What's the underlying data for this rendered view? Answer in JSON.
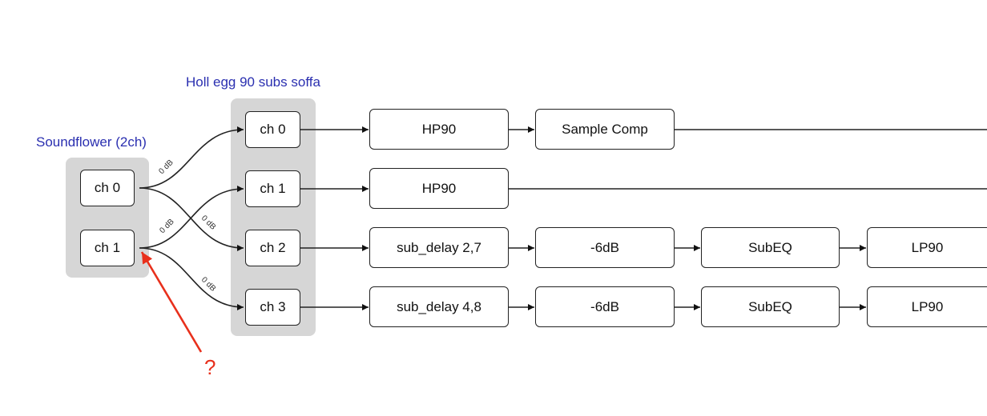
{
  "groups": {
    "soundflower": {
      "title": "Soundflower (2ch)",
      "channels": [
        "ch 0",
        "ch 1"
      ]
    },
    "holl": {
      "title": "Holl egg 90 subs soffa",
      "channels": [
        "ch 0",
        "ch 1",
        "ch 2",
        "ch 3"
      ]
    }
  },
  "routing_gains": {
    "src0_to_dst0": "0 dB",
    "src0_to_dst2": "0 dB",
    "src1_to_dst1": "0 dB",
    "src1_to_dst3": "0 dB"
  },
  "chains": {
    "row0": [
      "HP90",
      "Sample Comp"
    ],
    "row1": [
      "HP90"
    ],
    "row2": [
      "sub_delay 2,7",
      "-6dB",
      "SubEQ",
      "LP90"
    ],
    "row3": [
      "sub_delay 4,8",
      "-6dB",
      "SubEQ",
      "LP90"
    ]
  },
  "annotation": {
    "text": "?",
    "color": "#e8301c"
  },
  "colors": {
    "group_title": "#2a2fb0",
    "group_bg": "#d6d6d6",
    "annotation": "#e8301c"
  }
}
